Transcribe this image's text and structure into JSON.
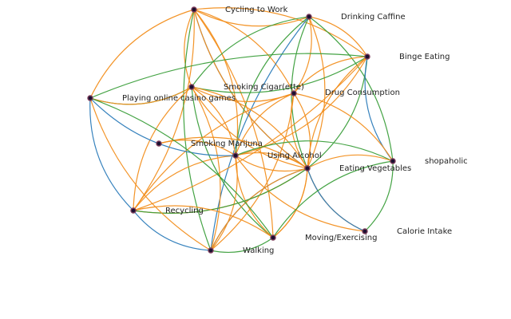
{
  "colors": {
    "blue": "#2b7bb9",
    "orange": "#f28e1c",
    "green": "#3a9e3a",
    "node_fill": "#1a1030",
    "node_stroke": "#7a3b5a",
    "label": "#222222"
  },
  "nodes": [
    {
      "id": "cycling",
      "label": "Cycling to Work"
    },
    {
      "id": "caffeine",
      "label": "Drinking Caffine"
    },
    {
      "id": "binge",
      "label": "Binge Eating"
    },
    {
      "id": "casino",
      "label": "Playing online casino games"
    },
    {
      "id": "cigar",
      "label": "Smoking Cigar(ette)"
    },
    {
      "id": "drug",
      "label": "Drug Consumption"
    },
    {
      "id": "marijuana",
      "label": "Smoking Marijuna"
    },
    {
      "id": "alcohol",
      "label": "Using Alcohol"
    },
    {
      "id": "vegetables",
      "label": "Eating Vegetables"
    },
    {
      "id": "shopaholic",
      "label": "shopaholic"
    },
    {
      "id": "recycling",
      "label": "Recycling"
    },
    {
      "id": "calorie",
      "label": "Calorie Intake"
    },
    {
      "id": "moving",
      "label": "Moving/Exercising"
    },
    {
      "id": "walking",
      "label": "Walking"
    }
  ],
  "edges": [
    {
      "source": "cycling",
      "target": "caffeine",
      "color": "orange"
    },
    {
      "source": "cycling",
      "target": "binge",
      "color": "orange"
    },
    {
      "source": "cycling",
      "target": "cigar",
      "color": "orange"
    },
    {
      "source": "cycling",
      "target": "drug",
      "color": "orange"
    },
    {
      "source": "cycling",
      "target": "casino",
      "color": "orange"
    },
    {
      "source": "cycling",
      "target": "marijuana",
      "color": "orange"
    },
    {
      "source": "cycling",
      "target": "alcohol",
      "color": "blue"
    },
    {
      "source": "cycling",
      "target": "recycling",
      "color": "orange"
    },
    {
      "source": "cycling",
      "target": "walking",
      "color": "green"
    },
    {
      "source": "cycling",
      "target": "moving",
      "color": "orange"
    },
    {
      "source": "cycling",
      "target": "vegetables",
      "color": "orange"
    },
    {
      "source": "caffeine",
      "target": "binge",
      "color": "orange"
    },
    {
      "source": "caffeine",
      "target": "cigar",
      "color": "green"
    },
    {
      "source": "caffeine",
      "target": "drug",
      "color": "orange"
    },
    {
      "source": "caffeine",
      "target": "marijuana",
      "color": "green"
    },
    {
      "source": "caffeine",
      "target": "alcohol",
      "color": "orange"
    },
    {
      "source": "caffeine",
      "target": "vegetables",
      "color": "green"
    },
    {
      "source": "caffeine",
      "target": "shopaholic",
      "color": "green"
    },
    {
      "source": "caffeine",
      "target": "walking",
      "color": "blue"
    },
    {
      "source": "binge",
      "target": "cigar",
      "color": "green"
    },
    {
      "source": "binge",
      "target": "drug",
      "color": "orange"
    },
    {
      "source": "binge",
      "target": "marijuana",
      "color": "orange"
    },
    {
      "source": "binge",
      "target": "alcohol",
      "color": "orange"
    },
    {
      "source": "binge",
      "target": "vegetables",
      "color": "green"
    },
    {
      "source": "binge",
      "target": "shopaholic",
      "color": "blue"
    },
    {
      "source": "binge",
      "target": "recycling",
      "color": "orange"
    },
    {
      "source": "casino",
      "target": "cigar",
      "color": "green"
    },
    {
      "source": "casino",
      "target": "marijuana",
      "color": "orange"
    },
    {
      "source": "casino",
      "target": "recycling",
      "color": "blue"
    },
    {
      "source": "casino",
      "target": "alcohol",
      "color": "orange"
    },
    {
      "source": "cigar",
      "target": "drug",
      "color": "orange"
    },
    {
      "source": "cigar",
      "target": "marijuana",
      "color": "orange"
    },
    {
      "source": "cigar",
      "target": "alcohol",
      "color": "orange"
    },
    {
      "source": "cigar",
      "target": "vegetables",
      "color": "orange"
    },
    {
      "source": "cigar",
      "target": "recycling",
      "color": "orange"
    },
    {
      "source": "cigar",
      "target": "walking",
      "color": "orange"
    },
    {
      "source": "cigar",
      "target": "moving",
      "color": "green"
    },
    {
      "source": "cigar",
      "target": "casino",
      "color": "orange"
    },
    {
      "source": "drug",
      "target": "marijuana",
      "color": "orange"
    },
    {
      "source": "drug",
      "target": "alcohol",
      "color": "orange"
    },
    {
      "source": "drug",
      "target": "vegetables",
      "color": "orange"
    },
    {
      "source": "drug",
      "target": "walking",
      "color": "orange"
    },
    {
      "source": "drug",
      "target": "recycling",
      "color": "orange"
    },
    {
      "source": "drug",
      "target": "shopaholic",
      "color": "orange"
    },
    {
      "source": "marijuana",
      "target": "alcohol",
      "color": "orange"
    },
    {
      "source": "marijuana",
      "target": "vegetables",
      "color": "orange"
    },
    {
      "source": "marijuana",
      "target": "recycling",
      "color": "orange"
    },
    {
      "source": "marijuana",
      "target": "walking",
      "color": "orange"
    },
    {
      "source": "marijuana",
      "target": "moving",
      "color": "orange"
    },
    {
      "source": "marijuana",
      "target": "shopaholic",
      "color": "green"
    },
    {
      "source": "marijuana",
      "target": "calorie",
      "color": "orange"
    },
    {
      "source": "marijuana",
      "target": "casino",
      "color": "blue"
    },
    {
      "source": "alcohol",
      "target": "vegetables",
      "color": "orange"
    },
    {
      "source": "alcohol",
      "target": "recycling",
      "color": "orange"
    },
    {
      "source": "alcohol",
      "target": "walking",
      "color": "blue"
    },
    {
      "source": "alcohol",
      "target": "moving",
      "color": "orange"
    },
    {
      "source": "alcohol",
      "target": "calorie",
      "color": "orange"
    },
    {
      "source": "alcohol",
      "target": "shopaholic",
      "color": "orange"
    },
    {
      "source": "vegetables",
      "target": "calorie",
      "color": "blue"
    },
    {
      "source": "vegetables",
      "target": "moving",
      "color": "orange"
    },
    {
      "source": "vegetables",
      "target": "walking",
      "color": "orange"
    },
    {
      "source": "vegetables",
      "target": "recycling",
      "color": "green"
    },
    {
      "source": "shopaholic",
      "target": "moving",
      "color": "green"
    },
    {
      "source": "shopaholic",
      "target": "calorie",
      "color": "green"
    },
    {
      "source": "recycling",
      "target": "walking",
      "color": "blue"
    },
    {
      "source": "recycling",
      "target": "moving",
      "color": "orange"
    },
    {
      "source": "casino",
      "target": "walking",
      "color": "orange"
    },
    {
      "source": "casino",
      "target": "moving",
      "color": "green"
    },
    {
      "source": "walking",
      "target": "moving",
      "color": "green"
    },
    {
      "source": "casino",
      "target": "binge",
      "color": "green"
    }
  ]
}
